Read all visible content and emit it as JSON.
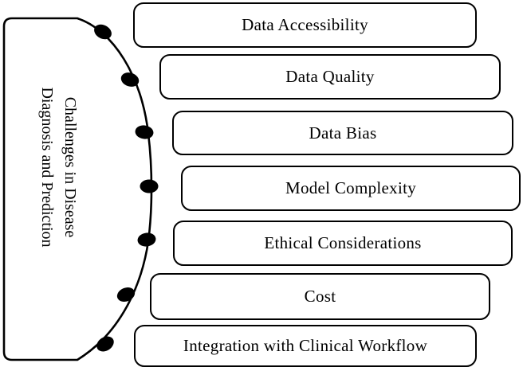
{
  "figure": {
    "left_node": {
      "line1": "Challenges in Disease",
      "line2": "Diagnosis and Prediction"
    },
    "boxes": [
      "Data Accessibility",
      "Data Quality",
      "Data Bias",
      "Model Complexity",
      "Ethical Considerations",
      "Cost",
      "Integration with Clinical Workflow"
    ],
    "connector_dot_count": 7,
    "colors": {
      "stroke": "#000000",
      "fill": "#ffffff",
      "text": "#000000"
    }
  }
}
